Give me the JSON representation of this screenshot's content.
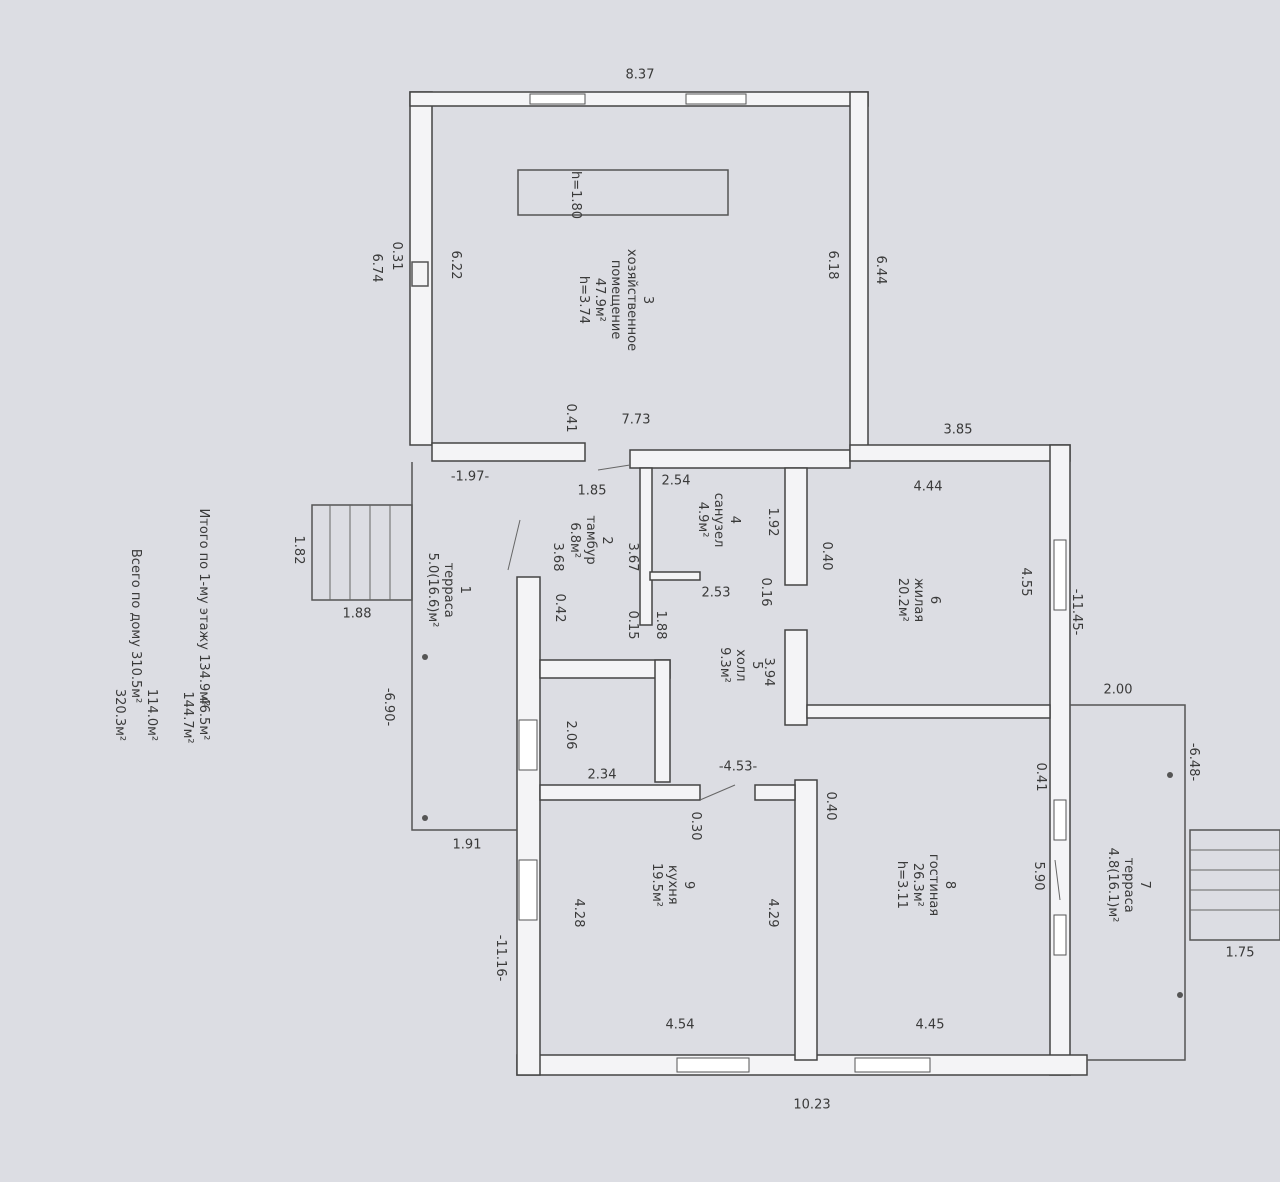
{
  "rooms": {
    "r1": {
      "num": "1",
      "name": "терраса",
      "area": "5.0(16.6)м²"
    },
    "r2": {
      "num": "2",
      "name": "тамбур",
      "area": "6.8м²"
    },
    "r3": {
      "num": "3",
      "name": "хозяйственное",
      "name2": "помещение",
      "area": "47.9м²",
      "height": "h=3.74"
    },
    "r4": {
      "num": "4",
      "name": "санузел",
      "area": "4.9м²"
    },
    "r5": {
      "num": "5",
      "name": "холл",
      "area": "9.3м²"
    },
    "r6": {
      "num": "6",
      "name": "жилая",
      "area": "20.2м²"
    },
    "r7": {
      "num": "7",
      "name": "терраса",
      "area": "4.8(16.1)м²"
    },
    "r8": {
      "num": "8",
      "name": "гостиная",
      "area": "26.3м²",
      "height": "h=3.11"
    },
    "r9": {
      "num": "9",
      "name": "кухня",
      "area": "19.5м²"
    }
  },
  "dims": {
    "d837": "8.37",
    "d644": "6.44",
    "d622": "6.22",
    "d618": "6.18",
    "d031": "0.31",
    "d674": "6.74",
    "d180": "h=1.80",
    "d041a": "0.41",
    "d773": "7.73",
    "d385": "3.85",
    "d444": "4.44",
    "d254": "2.54",
    "d185": "1.85",
    "d197": "-1.97-",
    "d192": "1.92",
    "d040a": "0.40",
    "d182": "1.82",
    "d188a": "1.88",
    "d367": "3.67",
    "d368": "3.68",
    "d042": "0.42",
    "d016": "0.16",
    "d253": "2.53",
    "d015": "0.15",
    "d188b": "1.88",
    "d394": "3.94",
    "d455": "4.55",
    "d1145": "-11.45-",
    "d200": "2.00",
    "d648": "-6.48-",
    "d690": "-6.90-",
    "d206": "2.06",
    "d234": "2.34",
    "d453": "-4.53-",
    "d041b": "0.41",
    "d040b": "0.40",
    "d030": "0.30",
    "d191": "1.91",
    "d590": "5.90",
    "d429": "4.29",
    "d428": "4.28",
    "d1116": "-11.16-",
    "d454": "4.54",
    "d445": "4.45",
    "d175": "1.75",
    "d1023": "10.23"
  },
  "totals": {
    "line1_label": "Итого по 1-му этажу",
    "line1_values": [
      "46.5м²",
      "134.9м²",
      "144.7м²"
    ],
    "line2_label": "Всего по дому",
    "line2_values": [
      "114.0м²",
      "310.5м²",
      "320.3м²"
    ]
  }
}
